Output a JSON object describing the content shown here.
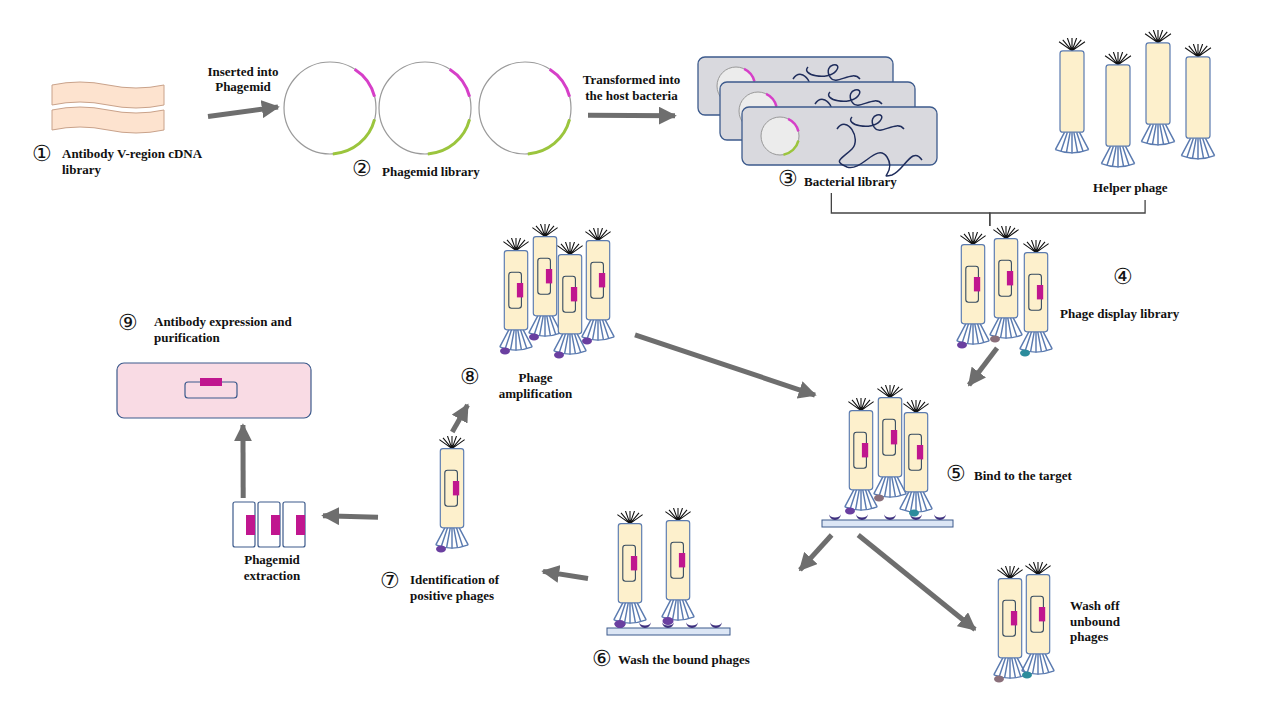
{
  "diagram": {
    "nodes": [
      {
        "text": [
          "①",
          "Antibody V-region cDNA library"
        ]
      },
      {
        "text": [
          "②",
          "Phagemid library"
        ]
      },
      {
        "text": [
          "③",
          "Bacterial library"
        ]
      },
      {
        "text": [
          "Helper phage"
        ]
      },
      {
        "text": [
          "④",
          "Phage display library"
        ]
      },
      {
        "text": [
          "⑧",
          "Phage amplification"
        ]
      },
      {
        "text": [
          "⑨",
          "Antibody expression and purification"
        ]
      },
      {
        "text": [
          "⑤",
          "Bind to the target"
        ]
      },
      {
        "text": [
          "⑦",
          "Identification of positive phages"
        ]
      },
      {
        "text": [
          "Phagemid extraction"
        ]
      },
      {
        "text": [
          "⑥",
          "Wash the bound phages"
        ]
      },
      {
        "text": [
          "Wash off unbound phages"
        ]
      }
    ],
    "edges": [
      {
        "from": 0,
        "to": 1,
        "label": "Inserted into Phagemid",
        "arrow": "to"
      },
      {
        "from": 1,
        "to": 2,
        "label": "Transformed into the host bacteria",
        "arrow": "to"
      },
      {
        "from": 2,
        "to": 4,
        "arrow": "none"
      },
      {
        "from": 3,
        "to": 4,
        "arrow": "none"
      },
      {
        "from": 4,
        "to": 7,
        "arrow": "to"
      },
      {
        "from": 7,
        "to": 10,
        "arrow": "to"
      },
      {
        "from": 7,
        "to": 11,
        "arrow": "to"
      },
      {
        "from": 10,
        "to": 8,
        "arrow": "to"
      },
      {
        "from": 8,
        "to": 5,
        "arrow": "to"
      },
      {
        "from": 5,
        "to": 7,
        "arrow": "to"
      },
      {
        "from": 8,
        "to": 9,
        "arrow": "to"
      },
      {
        "from": 9,
        "to": 6,
        "arrow": "to"
      }
    ]
  }
}
